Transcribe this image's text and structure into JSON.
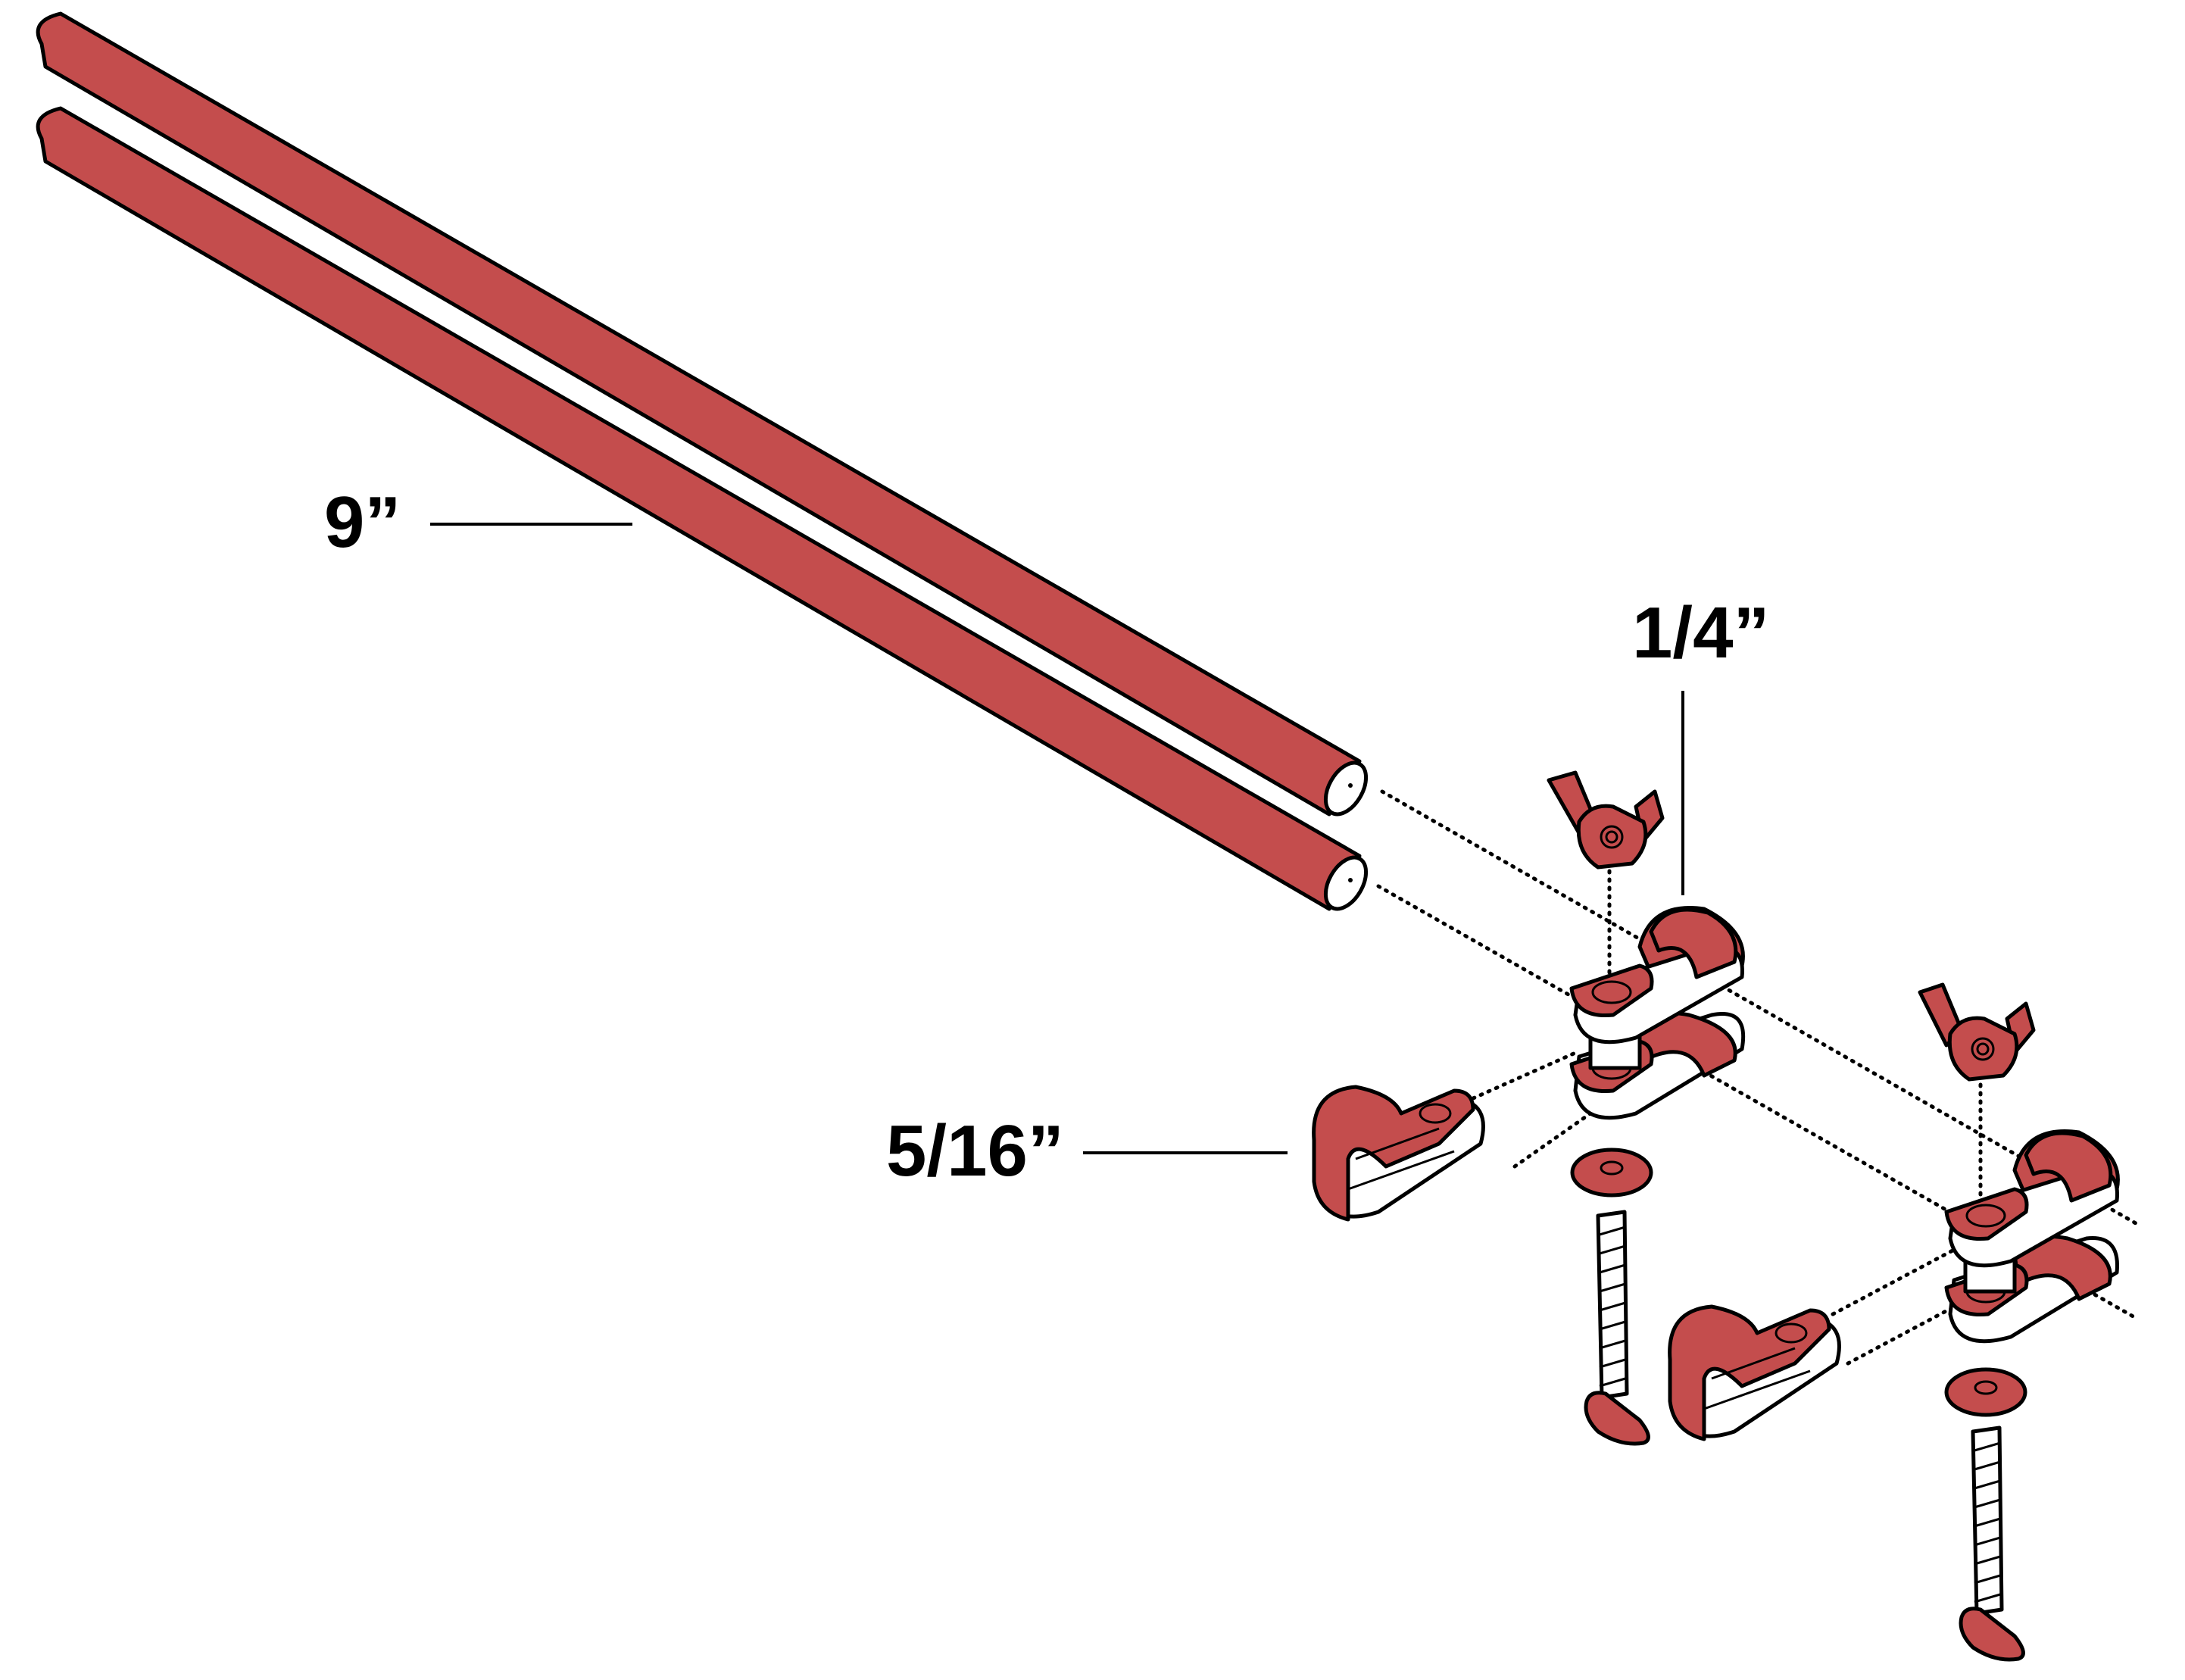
{
  "labels": {
    "rod_length": "9”",
    "top_clamp_size": "1/4”",
    "side_clamp_size": "5/16”"
  },
  "colors": {
    "part_red": "#c44d4d",
    "outline": "#000000",
    "background": "#ffffff",
    "metal": "#ffffff"
  },
  "icons": {
    "rod": "dowel-rod-icon",
    "wing_nut": "wing-nut-icon",
    "cable_clamp": "cable-clamp-icon",
    "washer": "washer-icon",
    "bolt": "thumb-screw-bolt-icon"
  }
}
